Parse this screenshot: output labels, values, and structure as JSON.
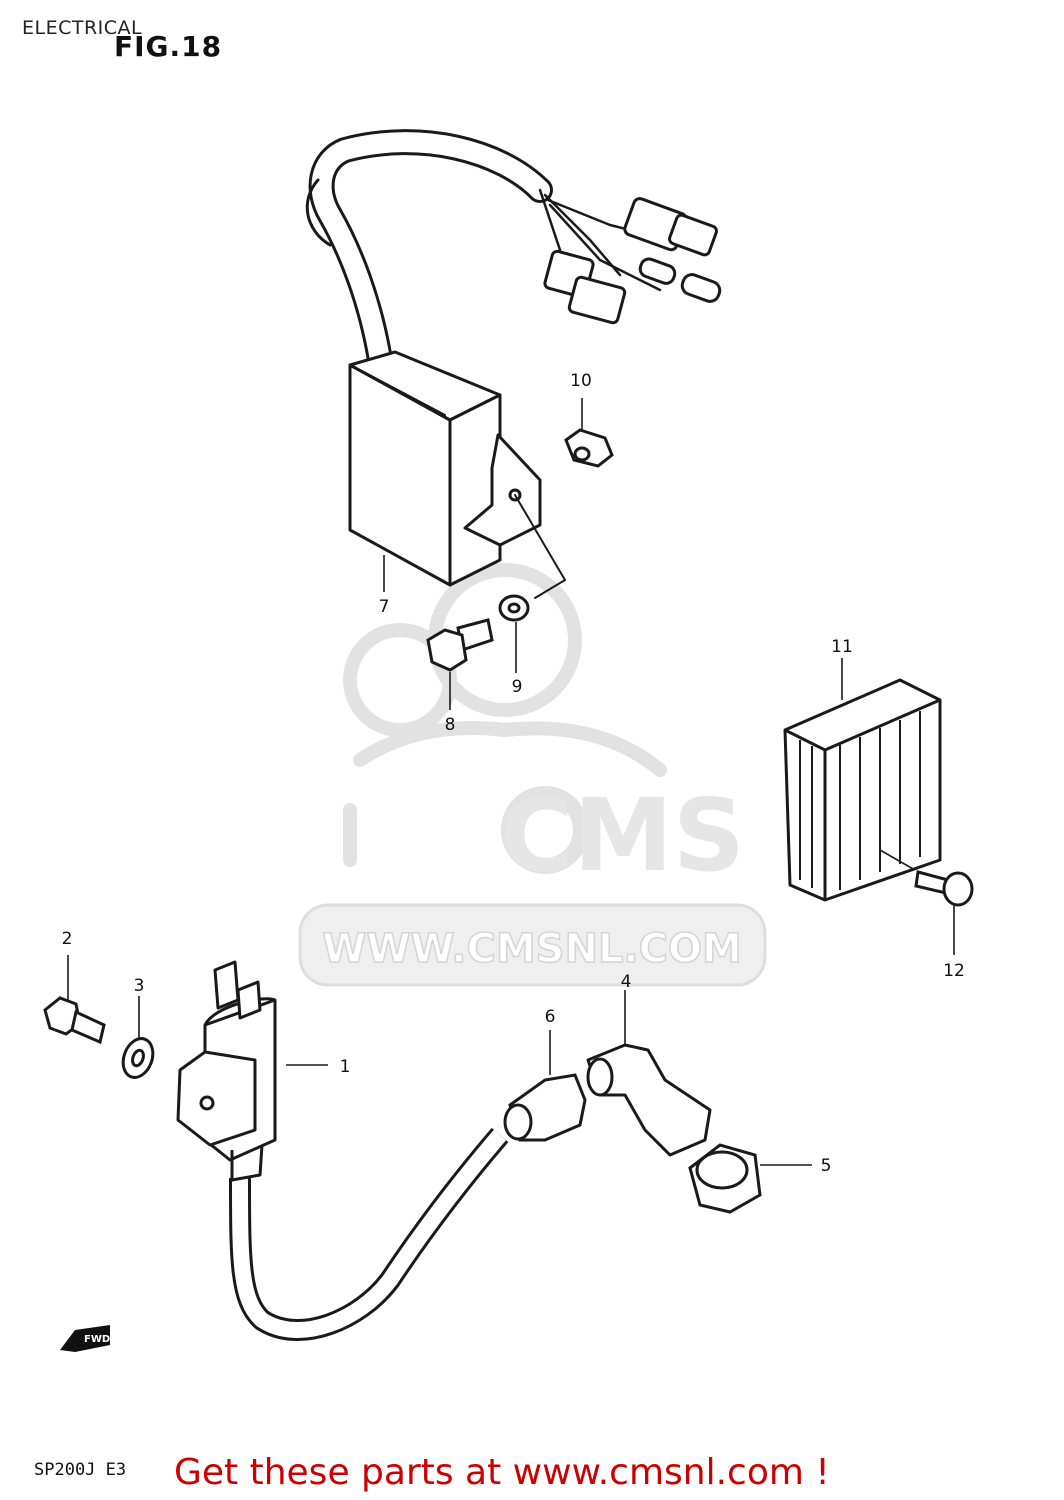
{
  "header": {
    "section": "ELECTRICAL",
    "figure": "FIG.18"
  },
  "watermark": {
    "brand": "CMS",
    "url": "WWW.CMSNL.COM"
  },
  "callouts": [
    "1",
    "2",
    "3",
    "4",
    "5",
    "6",
    "7",
    "8",
    "9",
    "10",
    "11",
    "12"
  ],
  "direction_marker": "FWD",
  "footer": {
    "model_code": "SP200J  E3",
    "promo": "Get these parts at www.cmsnl.com !"
  },
  "colors": {
    "line": "#1a1a1a",
    "watermark": "#e6e6e6",
    "promo": "#cc0000"
  }
}
